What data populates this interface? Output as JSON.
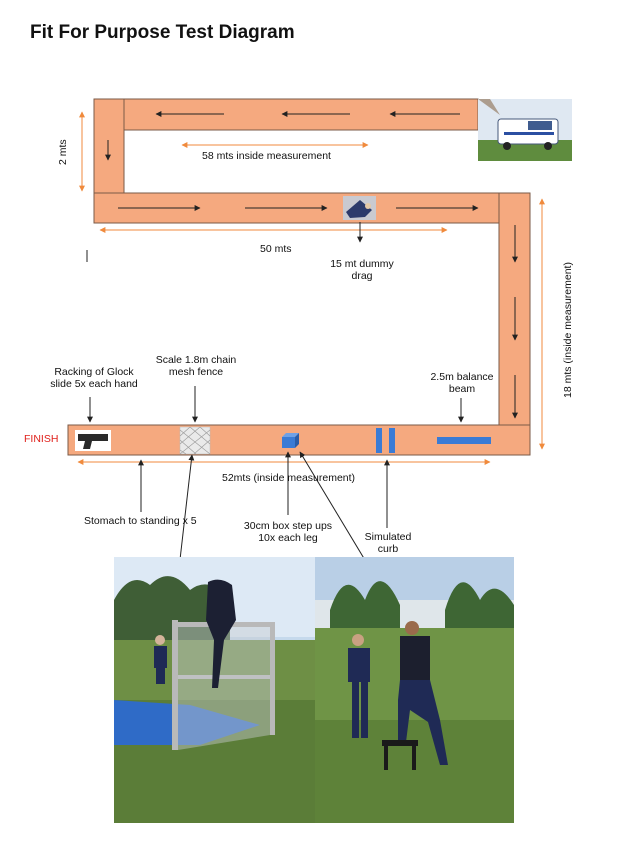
{
  "title": "Fit For Purpose Test Diagram",
  "labels": {
    "two_mts": "2 mts",
    "inside_58": "58 mts inside measurement",
    "fifty": "50 mts",
    "dummy_drag": "15 mt dummy drag",
    "eighteen": "18 mts (inside measurement)",
    "racking": "Racking of Glock slide 5x each hand",
    "fence": "Scale 1.8m chain mesh fence",
    "balance": "2.5m balance beam",
    "finish": "FINISH",
    "fiftytwo": "52mts (inside measurement)",
    "stomach": "Stomach to standing x 5",
    "box": "30cm box step ups 10x each leg",
    "curb": "Simulated curb"
  },
  "colors": {
    "track": "#f5a97f",
    "track_border": "#7a5a47",
    "arrow": "#222222",
    "measure": "#f08a3c",
    "finish": "#e0201b",
    "obstacle_blue": "#3a7bd5"
  },
  "icons": [
    "police-car-image",
    "dummy-image",
    "pistol-icon",
    "chain-mesh-fence",
    "step-box",
    "curb-bars",
    "balance-beam"
  ]
}
